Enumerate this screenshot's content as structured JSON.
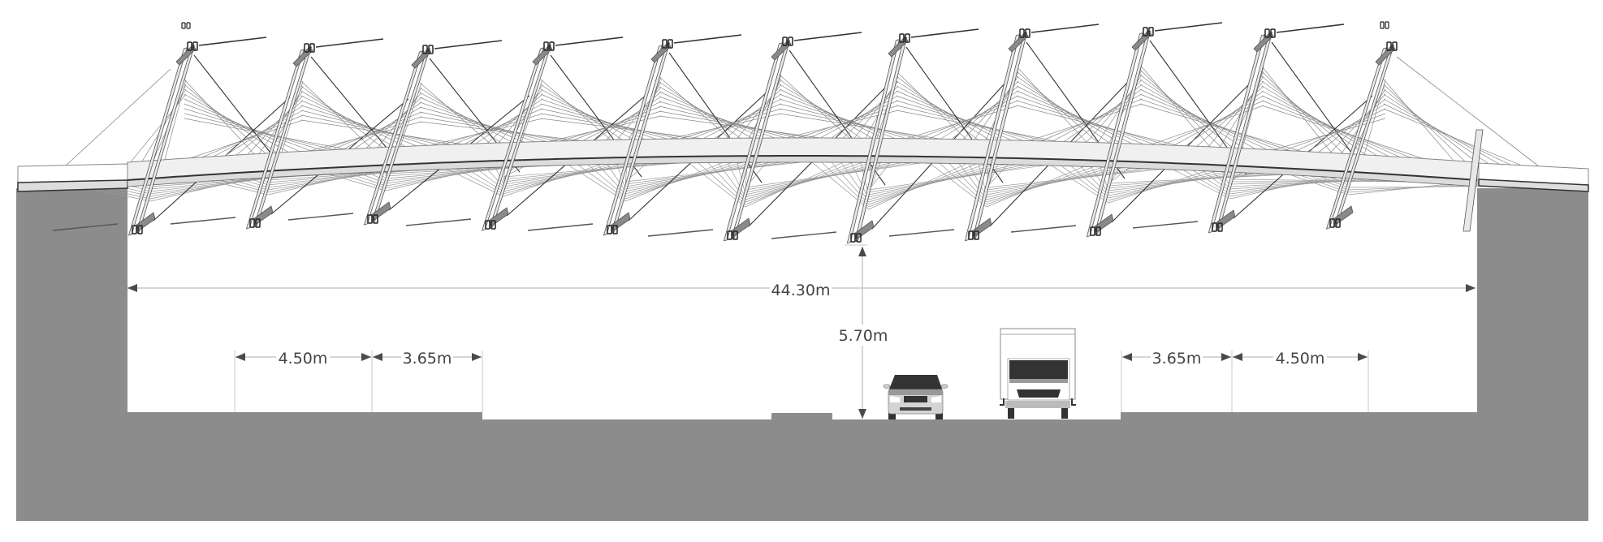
{
  "diagram": {
    "type": "bridge-elevation-cross-section",
    "description": "Multi-pylon cable-stayed pedestrian bridge spanning a roadway",
    "pylon_count": 11,
    "colors": {
      "ground": "#8c8c8c",
      "deck_top": "#f0f0f0",
      "deck_edge": "#333333",
      "pylon": "#e8e8e8",
      "pylon_outline": "#555555",
      "cable": "#6a6a6a",
      "cable_dark": "#333333",
      "anchor": "#888888",
      "dimension_line": "#c8c8c8",
      "dimension_arrow": "#4a4a4a",
      "dimension_text": "#444444",
      "vehicle_dark": "#333333",
      "vehicle_mid": "#9a9a9a",
      "vehicle_light": "#e0e0e0"
    }
  },
  "dimensions": {
    "span": {
      "label": "44.30m",
      "value_m": 44.3,
      "orientation": "horizontal"
    },
    "clearance": {
      "label": "5.70m",
      "value_m": 5.7,
      "orientation": "vertical"
    },
    "left_sidewalk": {
      "label": "4.50m",
      "value_m": 4.5
    },
    "left_lane": {
      "label": "3.65m",
      "value_m": 3.65
    },
    "right_lane": {
      "label": "3.65m",
      "value_m": 3.65
    },
    "right_sidewalk": {
      "label": "4.50m",
      "value_m": 4.5
    }
  },
  "vehicles": [
    {
      "type": "car",
      "view": "front"
    },
    {
      "type": "truck",
      "view": "front"
    }
  ]
}
